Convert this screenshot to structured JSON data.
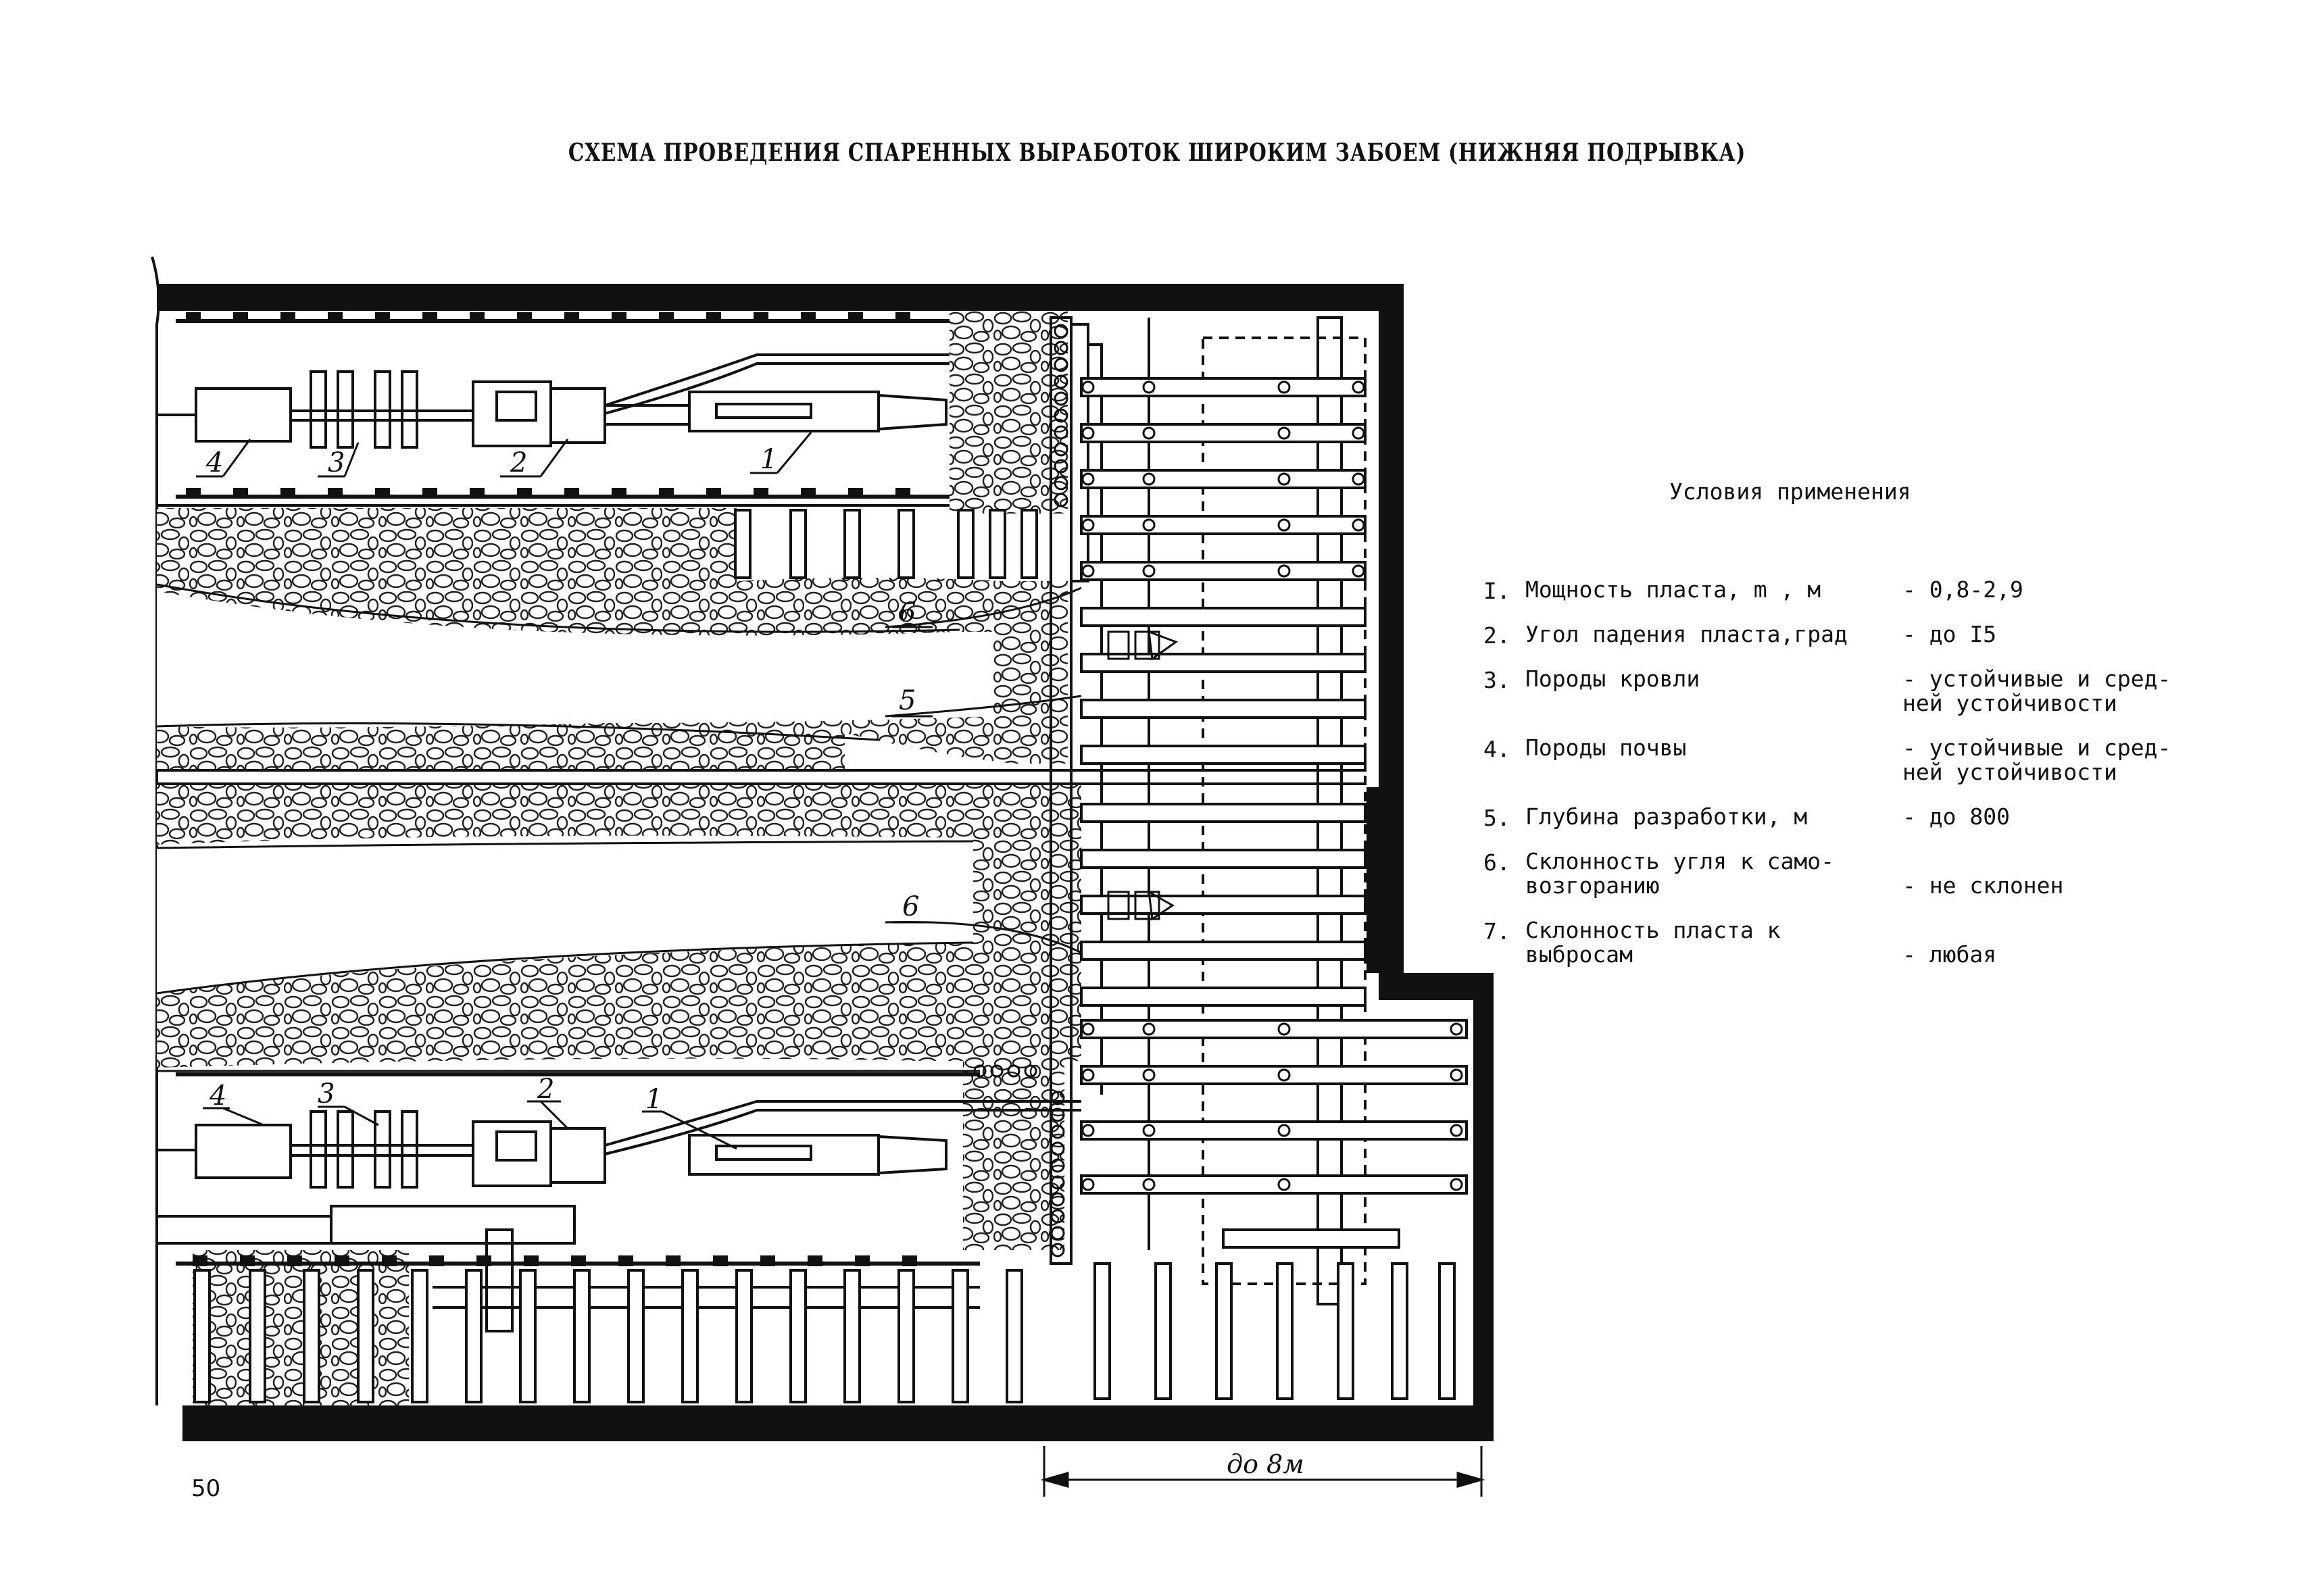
{
  "title": "СХЕМА ПРОВЕДЕНИЯ СПАРЕННЫХ ВЫРАБОТОК ШИРОКИМ ЗАБОЕМ (НИЖНЯЯ ПОДРЫВКА)",
  "conditions": {
    "heading": "Условия применения",
    "items": [
      {
        "num": "I.",
        "label": "Мощность пласта, m , м",
        "value": "- 0,8-2,9"
      },
      {
        "num": "2.",
        "label": "Угол падения пласта,град",
        "value": "- до I5"
      },
      {
        "num": "3.",
        "label": "Породы кровли",
        "value": "- устойчивые и сред-\n  ней устойчивости"
      },
      {
        "num": "4.",
        "label": "Породы почвы",
        "value": "- устойчивые и сред-\n  ней устойчивости"
      },
      {
        "num": "5.",
        "label": "Глубина разработки, м",
        "value": "- до 800"
      },
      {
        "num": "6.",
        "label": "Склонность угля к само-\nвозгоранию",
        "value": "- не склонен"
      },
      {
        "num": "7.",
        "label": "Склонность пласта к\nвыбросам",
        "value": "- любая"
      }
    ]
  },
  "labels": {
    "top_1": "1",
    "top_2": "2",
    "top_3": "3",
    "top_4": "4",
    "mid_6a": "6",
    "mid_5": "5",
    "mid_6b": "6",
    "bot_1": "1",
    "bot_2": "2",
    "bot_3": "3",
    "bot_4": "4"
  },
  "dimension": "до 8м",
  "page_number": "50"
}
